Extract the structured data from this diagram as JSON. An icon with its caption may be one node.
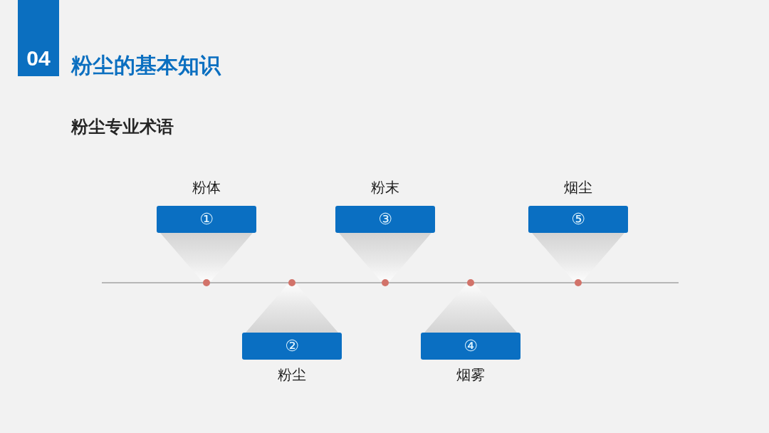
{
  "diagram": {
    "title": "粉尘的基本知识",
    "nodes": [
      {
        "text": [
          "①"
        ],
        "beside": [
          "粉体"
        ]
      },
      {
        "text": [
          "②"
        ],
        "beside": [
          "粉尘"
        ]
      },
      {
        "text": [
          "③"
        ],
        "beside": [
          "粉末"
        ]
      },
      {
        "text": [
          "④"
        ],
        "beside": [
          "烟雾"
        ]
      },
      {
        "text": [
          "⑤"
        ],
        "beside": [
          "烟尘"
        ]
      }
    ],
    "labels": [
      "04",
      "粉尘专业术语"
    ]
  }
}
